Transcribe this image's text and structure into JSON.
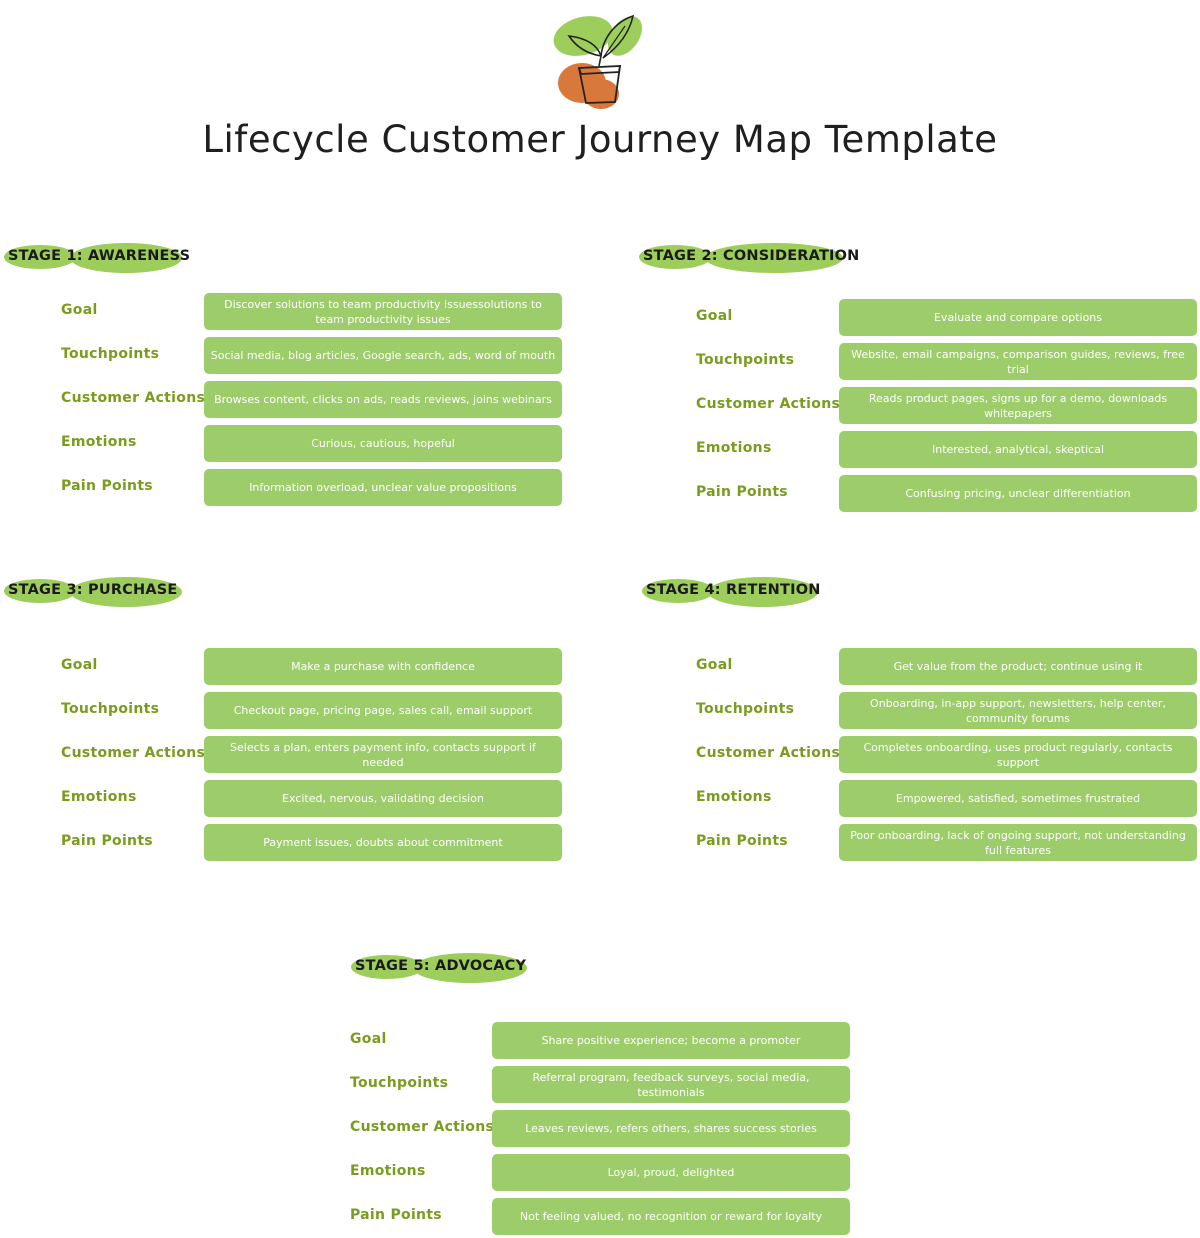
{
  "title": "Lifecycle Customer Journey Map Template",
  "colors": {
    "accent": "#9dcd6a",
    "label": "#7a9c1e",
    "pot": "#d8783a"
  },
  "icons": {
    "logo": "potted-plant-icon"
  },
  "row_labels": [
    "Goal",
    "Touchpoints",
    "Customer Actions",
    "Emotions",
    "Pain Points"
  ],
  "stages": [
    {
      "title": "STAGE 1: AWARENESS",
      "values": [
        "Discover solutions to team productivity issuessolutions to team productivity issues",
        "Social media, blog articles, Google search, ads, word of mouth",
        "Browses content, clicks on ads, reads reviews, joins webinars",
        "Curious, cautious, hopeful",
        "Information overload, unclear value propositions"
      ]
    },
    {
      "title": "STAGE 2: CONSIDERATION",
      "values": [
        "Evaluate and compare options",
        "Website, email campaigns, comparison guides, reviews, free trial",
        "Reads product pages, signs up for a demo, downloads whitepapers",
        "Interested, analytical, skeptical",
        "Confusing pricing, unclear differentiation"
      ]
    },
    {
      "title": "STAGE 3: PURCHASE",
      "values": [
        "Make a purchase with confidence",
        "Checkout page, pricing page, sales call, email support",
        "Selects a plan, enters payment info, contacts support if needed",
        "Excited, nervous, validating decision",
        "Payment issues, doubts about commitment"
      ]
    },
    {
      "title": "STAGE 4: RETENTION",
      "values": [
        "Get value from the product; continue using it",
        "Onboarding, in-app support, newsletters, help center, community forums",
        "Completes onboarding, uses product regularly, contacts support",
        "Empowered, satisfied, sometimes frustrated",
        "Poor onboarding, lack of ongoing support, not understanding full features"
      ]
    },
    {
      "title": "STAGE 5: ADVOCACY",
      "values": [
        "Share positive experience; become a promoter",
        "Referral program, feedback surveys, social media, testimonials",
        "Leaves reviews, refers others, shares success stories",
        "Loyal, proud, delighted",
        "Not feeling valued, no recognition or reward for loyalty"
      ]
    }
  ]
}
